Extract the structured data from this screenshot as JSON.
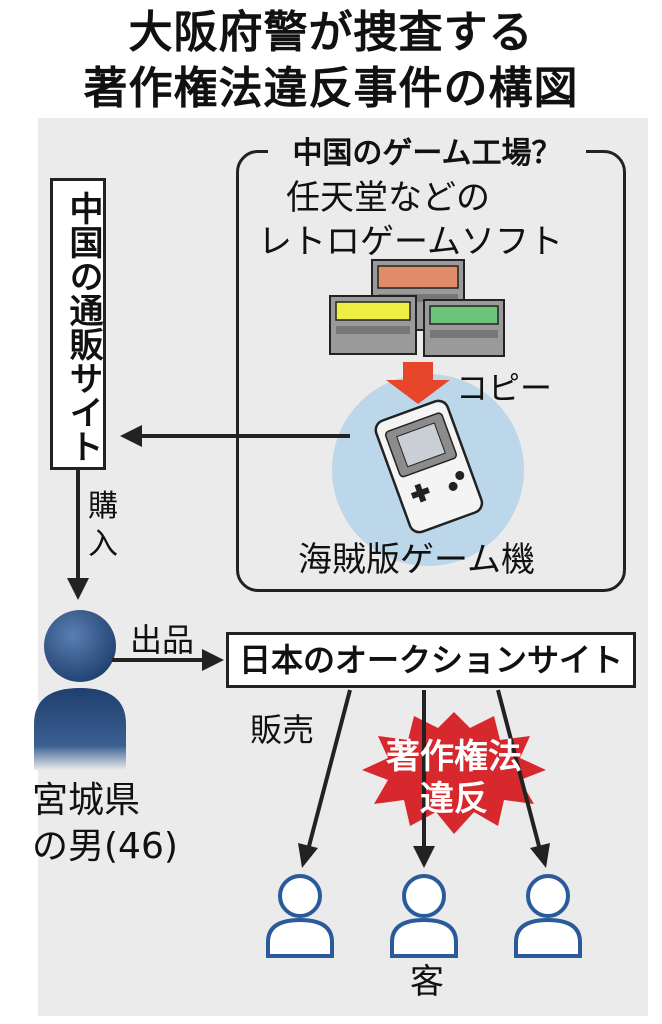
{
  "title": {
    "line1": "大阪府警が捜査する",
    "line2": "著作権法違反事件の構図"
  },
  "factory": {
    "title": "中国のゲーム工場？",
    "software_line1": "任天堂などの",
    "software_line2": "レトロゲームソフト",
    "copy_label": "コピー",
    "console_label": "海賊版ゲーム機"
  },
  "china_site": {
    "label": "中国の通販サイト"
  },
  "purchase_label": "購入",
  "listing_label": "出品",
  "auction_site": {
    "label": "日本のオークションサイト"
  },
  "sale_label": "販売",
  "violation": {
    "line1": "著作権法",
    "line2": "違反"
  },
  "man": {
    "line1": "宮城県",
    "line2": "の男(46)"
  },
  "customers_label": "客",
  "colors": {
    "panel": "#ebebeb",
    "circle": "#bcd6ea",
    "copy_arrow": "#e8462a",
    "burst": "#d7282e",
    "person_man": "#1f3f6e",
    "cartridge_orange": "#e08b6a",
    "cartridge_yellow": "#eeee44",
    "cartridge_green": "#6cc37a"
  }
}
